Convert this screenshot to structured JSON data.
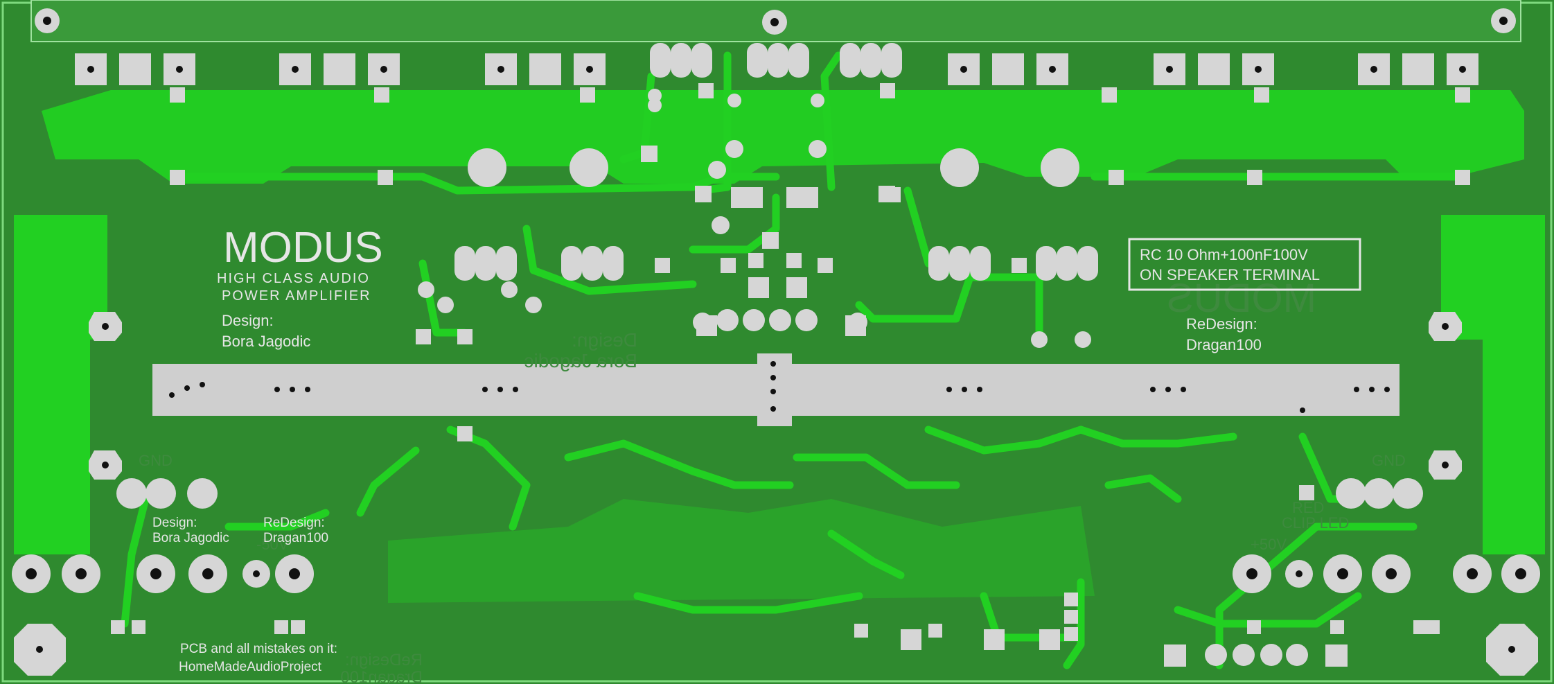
{
  "board": {
    "colors": {
      "substrate": "#2f8a2f",
      "copper_top": "#20d020",
      "copper_dark": "#178817",
      "pad": "#d6d6d6",
      "hole": "#111111",
      "silk": "#e6e6e6",
      "ghost_silk": "#3e8a3e",
      "insulation_strip": "#cfcfcf"
    }
  },
  "logo": {
    "title": "MODUS",
    "line1": "HIGH CLASS AUDIO",
    "line2": "POWER AMPLIFIER",
    "design_label": "Design:",
    "design_name": "Bora Jagodic"
  },
  "redesign_right": {
    "label": "ReDesign:",
    "name": "Dragan100"
  },
  "note_box": {
    "line1": "RC 10 Ohm+100nF100V",
    "line2": "ON SPEAKER TERMINAL"
  },
  "credits_bottom": {
    "design_label": "Design:",
    "design_name": "Bora Jagodic",
    "redesign_label": "ReDesign:",
    "redesign_name": "Dragan100"
  },
  "footer": {
    "line1": "PCB and all mistakes on it:",
    "line2": "HomeMadeAudioProject"
  },
  "ghost_labels": {
    "gnd_left": "GND",
    "gnd_right": "GND",
    "v50_left": "-50V",
    "v50_right": "+50V",
    "red_clip": "RED",
    "clip_led": "CLIP LED",
    "mirror_modus": "MODUS",
    "mirror_design": "Design:",
    "mirror_name": "Bora Jagodic",
    "mirror_redesign": "ReDesign:",
    "mirror_dragan": "Dragan100"
  },
  "icons": {
    "mounting_hole": "mounting-hole-icon",
    "through_hole_pad": "pad-icon",
    "transistor_footprint": "transistor-icon"
  }
}
